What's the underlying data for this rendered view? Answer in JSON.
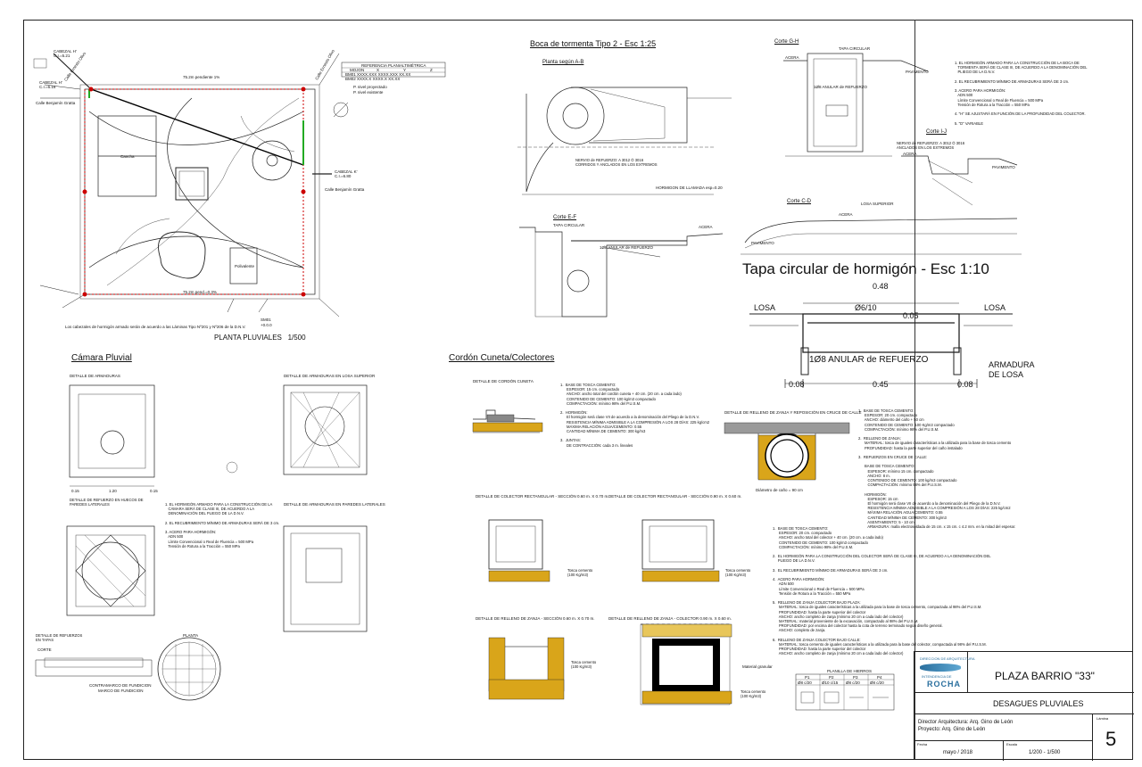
{
  "sheet": {
    "project": "PLAZA BARRIO \"33\"",
    "subject": "DESAGUES PLUVIALES",
    "director": "Director Arquitectura: Arq. Gino de León",
    "proyecto": "Proyecto: Arq. Gino de León",
    "fecha_label": "Fecha",
    "fecha": "mayo / 2018",
    "escala_label": "Escala",
    "escala": "1/200 - 1/500",
    "lamina_label": "Lámina",
    "lamina": "5",
    "logo_top": "DIRECCION DE ARQUITECTURA",
    "logo_mid": "INTENDENCIA DE",
    "logo_bottom": "ROCHA"
  },
  "plan": {
    "title": "PLANTA PLUVIALES",
    "scale": "1/500",
    "cabezal_h": "CABEZAL H'",
    "cabezal_h_cota": "C.I.=5.21",
    "cabezal_h2": "CABEZAL H'",
    "cabezal_h2_cota": "C.I.=6.16",
    "cabezal_k": "CABEZAL K'",
    "cabezal_k_cota": "C.I.=6.80",
    "street_left": "Calle Benjamín Gratta",
    "street_right": "Calle Benjamín Gratta",
    "street_top_left": "Calle Ernesto Olivo",
    "street_top_right": "Calle Ernesto Olivo",
    "cancha": "Cancha",
    "polideportivo": "Polivalente",
    "dims_top": "75.2m pendiente 1%",
    "dims_bottom": "75.2m pend.=0.3%",
    "footnote": "Los cabezales de hormigón armado serán de acuerdo a las Láminas Tipo Nº201 y Nº206 de la D.N.V.",
    "ref_title": "REFERENCIA PLANIALTIMÉTRICA",
    "ref_cols": [
      "MOJON",
      "X",
      "Y",
      "Z"
    ],
    "ref_rows": [
      [
        "BM01",
        "XXXX.XXX",
        "XXXX.XXX",
        "XX.XX"
      ],
      [
        "BM02",
        "XXXX.X",
        "XXXX.X",
        "XX.XX"
      ]
    ],
    "legend_1": "P.  nivel proyectado",
    "legend_2": "P.  nivel existente",
    "bm_label": "SM01",
    "bm_value": "+0.0.0"
  },
  "boca": {
    "title": "Boca de tormenta Tipo 2 - Esc 1:25",
    "planta": "Planta según A-B",
    "corte_ef": "Corte E-F",
    "corte_gh": "Corte G-H",
    "corte_ij": "Corte I-J",
    "corte_cd": "Corte C-D",
    "tapa": "TAPA CIRCULAR",
    "acera": "ACERA",
    "pavimento": "PAVIMENTO",
    "losa_superior": "LOSA SUPERIOR",
    "anular": "1Ø8 ANULAR de REFUERZO",
    "hormigon_llamada": "HORMIGON DE LLAMADA esp=0.20",
    "nervio": "NERVIO de REFUERZO: A 3012 Ó 3016\nCORRIDOS Y ANCLADOS EN LOS EXTREMOS",
    "nervio2": "NERVIO de REFUERZO: A 3012 Ó 3016\nANCLADOS EN LOS EXTREMOS",
    "notes": "1. EL HORMIGÓN ARMADO PARA LA CONSTRUCCIÓN DE LA BOCA DE\n   TORMENTA SERÁ DE CLASE III, DE ACUERDO A LA DENOMINACIÓN DEL\n   PLIEGO DE LA D.N.V.\n\n2. EL RECUBRIMIENTO MÍNIMO DE ARMADURAS SERÁ DE 3 cm.\n\n3. ACERO PARA HORMIGÓN:\n   ADN 500\n   Límite Convencional o Real de Fluencia = 500 MPa\n   Tensión de Rotura a la Tracción = 550 MPa\n\n4. \"H\" SE AJUSTARÁ EN FUNCIÓN DE LA PROFUNDIDAD DEL COLECTOR.\n\n5. \"D\" VARIABLE"
  },
  "tapa": {
    "title": "Tapa circular de hormigón - Esc 1:10",
    "top_dim": "0.48",
    "losa_left": "LOSA",
    "losa_right": "LOSA",
    "bar": "Ø6/10",
    "inner_dim": "0.05",
    "anular": "1Ø8 ANULAR de REFUERZO",
    "armadura": "ARMADURA\nDE LOSA",
    "dim_left": "0.08",
    "dim_mid": "0.45",
    "dim_right": "0.08"
  },
  "camara": {
    "title": "Cámara Pluvial",
    "det_armaduras": "DETALLE DE ARMADURAS",
    "det_losa": "DETALLE DE ARMADURAS  EN LOSA SUPERIOR",
    "det_refuerzo_huecos": "DETALLE DE REFUERZO EN HUECOS DE\nPAREDES LATERALES",
    "det_paredes": "DETALLE DE ARMADURAS EN PAREDES LATERALES",
    "det_tapas": "DETALLE DE REFUERZOS\nEN TAPAS",
    "corte": "CORTE",
    "planta": "PLANTA",
    "contramarco": "CONTRAMARCO DE FUNDICION",
    "marco": "MARCO DE FUNDICION",
    "notes": "1. EL HORMIGÓN ARMADO PARA LA CONSTRUCCIÓN DE LA\n   CÁMARA SERÁ DE CLASE III, DE ACUERDO A LA\n   DENOMINACIÓN DEL PLIEGO DE LA D.N.V.\n\n2. EL RECUBRIMIENTO MÍNIMO DE ARMADURAS SERÁ DE 3 cm.\n\n3. ACERO PARA HORMIGÓN:\n   ADN 500\n   Límite Convencional o Real de Fluencia = 500 MPa\n   Tensión de Rotura a la Tracción = 550 MPa",
    "dims": [
      "0.15",
      "1.20",
      "0.15"
    ]
  },
  "cordon": {
    "title": "Cordón Cuneta/Colectores",
    "det_cordon": "DETALLE DE CORDÓN CUNETA",
    "det_relleno_calle": "DETALLE DE RELLENO DE ZANJA Y REPOSICIÓN EN CRUCE DE CALLE",
    "det_rect1": "DETALLE DE COLECTOR RECTANGULAR - SECCIÓN 0.60 m. X 0.70 m.",
    "det_rect2": "DETALLE DE COLECTOR RECTANGULAR - SECCIÓN 0.90 m. X 0.60 m.",
    "det_relleno1": "DETALLE DE RELLENO DE ZANJA - SECCIÓN 0.60 m. X 0.70 m.",
    "det_relleno2": "DETALLE DE RELLENO DE ZANJA - COLECTOR 0.90 m. X 0.60 m.",
    "diametro": "Diámetro de caño = 90 cm",
    "tosca": "Tosca cemento\n(100 Kg/m3)",
    "material_granular": "Material granular",
    "notes_cordon": "1.  BASE DE TOSCA CEMENTO:\n      ESPESOR: 15 cm. compactado\n      ANCHO: ancho total del cordón cuneta + 40 cm. (20 cm. a cada lado)\n      CONTENIDO DE CEMENTO: 100 kg/m3 compactado\n      COMPACTACIÓN: mínimo 98% del P.U.S.M.\n\n2.  HORMIGÓN:\n      El hormigón será clase VII de acuerdo a la denominación del Pliego de la D.N.V.\n      RESISTENCIA MÍNIMA ADMISIBLE A LA COMPRESIÓN A LOS 28 DÍAS: 225 kg/cm2\n      MÁXIMA RELACIÓN AGUA/CEMENTO: 0.55\n      CANTIDAD MÍNIMA DE CEMENTO: 300 kg/m3\n\n3.  JUNTAS:\n      DE CONTRACCIÓN: cada 3 m. lineales",
    "notes_calle": "1.  BASE DE TOSCA CEMENTO:\n      ESPESOR: 20 cm. compactado\n      ANCHO: diámetro del caño + 50 cm\n      CONTENIDO DE CEMENTO: 100 Kg/m3 compactado\n      COMPACTACIÓN: mínimo 98% del P.U.S.M.\n\n2.  RELLENO DE ZANJA:\n      MATERIAL: tosca de iguales características a la utilizada para la base de tosca cemento\n      PROFUNDIDAD: hasta la parte superior del caño instalado\n\n3.  REFUERZOS EN CRUCE DE CALLE:\n\n      BASE DE TOSCA CEMENTO:\n         ESPESOR: mínimo 15 cm. compactado\n         ANCHO: 8 m.\n         CONTENIDO DE CEMENTO: 100 kg/m3 compactado\n         COMPACTACIÓN: mínimo 98% del P.U.S.M.\n\n      HORMIGÓN:\n         ESPESOR: 15 cm\n         El hormigón será clase VII de acuerdo a la denominación del Pliego de la D.N.V.\n         RESISTENCIA MÍNIMA ADMISIBLE A LA COMPRESIÓN A LOS 28 DÍAS: 225 kg/cm2\n         MÁXIMA RELACIÓN AGUA/CEMENTO: 0.55\n         CANTIDAD MÍNIMA DE CEMENTO: 300 kg/m3\n         ASENTAMIENTO: 5 - 10 cm\n         ARMADURA: malla electrosoldada de 15 cm. x 15 cm. c 4.2 mm. en la mitad del espesor.",
    "notes_colector": "1.  BASE DE TOSCA CEMENTO:\n      ESPESOR: 20 cm. compactado\n      ANCHO: ancho total del colector + 40 cm. (20 cm. a cada lado)\n      CONTENIDO DE CEMENTO: 100 kg/m3 compactado\n      COMPACTACIÓN: mínimo 98% del P.U.S.M.\n\n2.  EL HORMIGÓN PARA LA CONSTRUCCIÓN DEL COLECTOR SERÁ DE CLASE III, DE ACUERDO A LA DENOMINACIÓN DEL\n     PLIEGO DE LA D.N.V.\n\n3.  EL RECUBRIMIENTO MÍNIMO DE ARMADURAS SERÁ DE 3 cm.\n\n4.  ACERO PARA HORMIGÓN:\n      ADN 500\n      Límite Convencional o Real de Fluencia = 500 MPa\n      Tensión de Rotura a la Tracción = 550 MPa\n\n5.  RELLENO DE ZANJA COLECTOR BAJO PLAZA:\n      MATERIAL: tosca de iguales características a la utilizada para la base de tosca cemento, compactada al 98% del P.U.S.M.\n      PROFUNDIDAD: hasta la parte superior del colector\n      ANCHO: ancho completo de zanja (mínimo 20 cm a cada lado del colector)\n      MATERIAL: material proveniente de la excavación, compactado al 98% del P.U.S.M.\n      PROFUNDIDAD: por encima del colector hasta la cota de terreno terminado según diseño general.\n      ANCHO: completo de zanja.\n\n6.  RELLENO DE ZANJA COLECTOR BAJO CALLE:\n      MATERIAL: tosca cemento de iguales características a la utilizada para la base del colector, compactada al 98% del P.U.S.M.\n      PROFUNDIDAD: hasta la parte superior del colector\n      ANCHO: ancho completo de zanja (mínimo 20 cm a cada lado del colector)",
    "planilla_title": "PLANILLA DE HIERROS",
    "planilla_cols": [
      "P1",
      "P2",
      "P3",
      "P4"
    ],
    "planilla_vals": [
      "Ø8 c/20",
      "Ø10 c/15",
      "Ø8 c/20",
      "Ø8 c/20"
    ]
  }
}
